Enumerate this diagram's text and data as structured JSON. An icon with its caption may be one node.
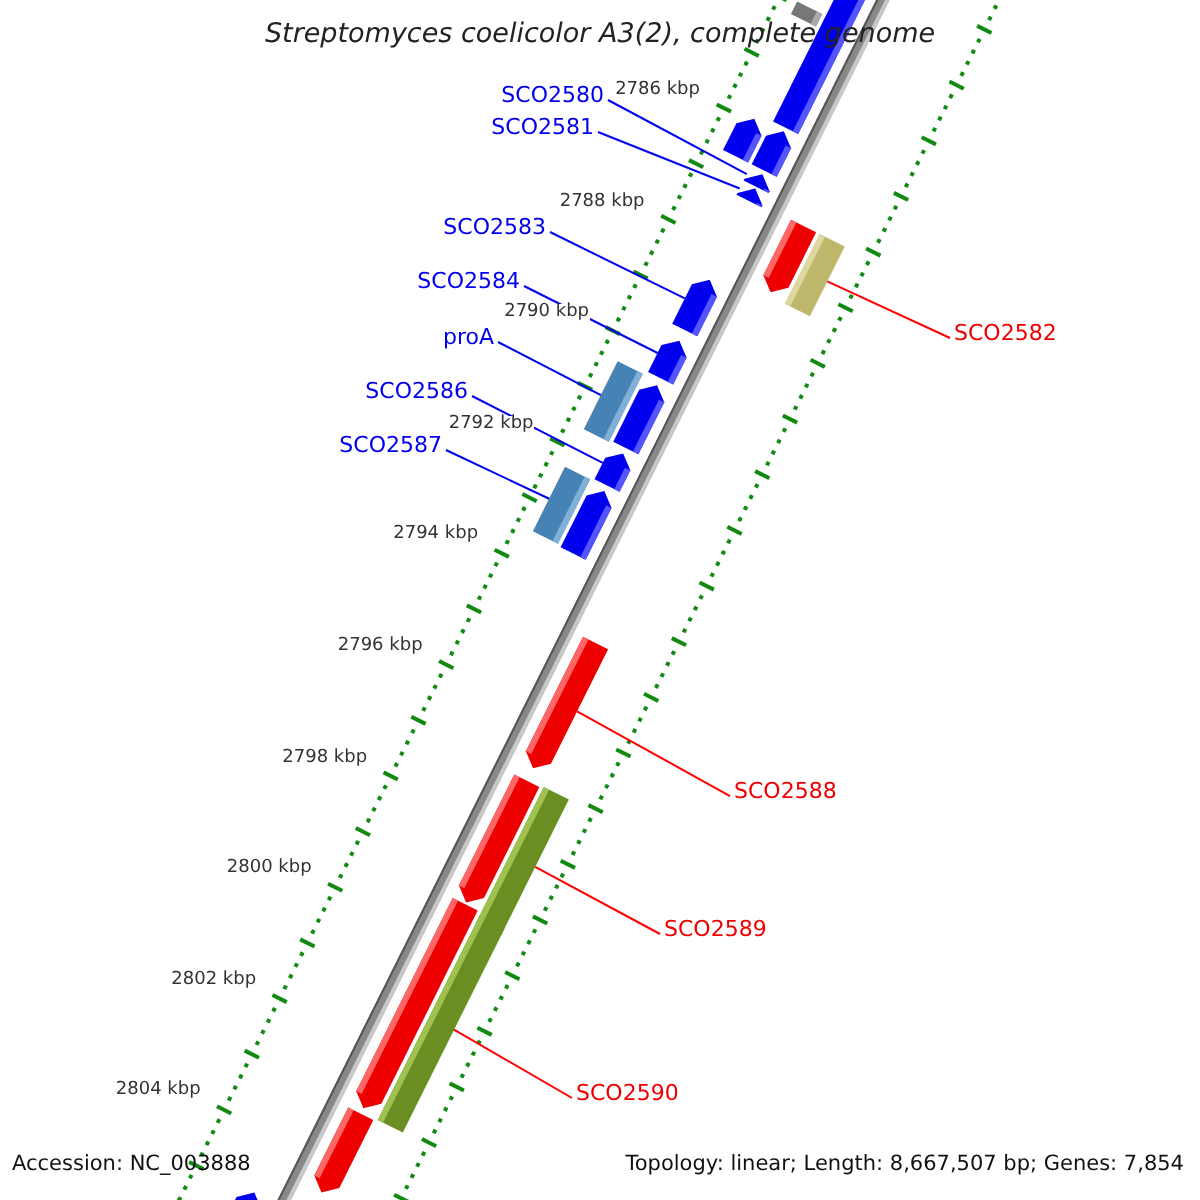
{
  "diagram": {
    "title": "Streptomyces coelicolor A3(2), complete genome",
    "nodes": [
      {
        "text": [],
        "shape": "bar"
      },
      {
        "text": [],
        "shape": "arrow"
      },
      {
        "text": [
          "SCO2580"
        ]
      },
      {
        "text": [],
        "shape": "arrow"
      },
      {
        "text": [
          "SCO2581"
        ]
      },
      {
        "text": [],
        "shape": "arrow"
      },
      {
        "text": [],
        "shape": "arrow"
      },
      {
        "text": [],
        "shape": "arrow"
      },
      {
        "text": [
          "SCO2582"
        ]
      },
      {
        "text": [],
        "shape": "arrow"
      },
      {
        "text": [],
        "shape": "bar"
      },
      {
        "text": [
          "SCO2583"
        ]
      },
      {
        "text": [],
        "shape": "arrow"
      },
      {
        "text": [
          "SCO2584"
        ]
      },
      {
        "text": [],
        "shape": "arrow"
      },
      {
        "text": [
          "proA"
        ]
      },
      {
        "text": [],
        "shape": "bar"
      },
      {
        "text": [],
        "shape": "arrow"
      },
      {
        "text": [
          "SCO2586"
        ]
      },
      {
        "text": [],
        "shape": "arrow"
      },
      {
        "text": [
          "SCO2587"
        ]
      },
      {
        "text": [],
        "shape": "bar"
      },
      {
        "text": [],
        "shape": "arrow"
      },
      {
        "text": [
          "SCO2588"
        ]
      },
      {
        "text": [],
        "shape": "arrow"
      },
      {
        "text": [
          "SCO2589"
        ]
      },
      {
        "text": [],
        "shape": "bar"
      },
      {
        "text": [],
        "shape": "arrow"
      },
      {
        "text": [
          "SCO2590"
        ]
      },
      {
        "text": [],
        "shape": "bar"
      },
      {
        "text": [],
        "shape": "arrow"
      },
      {
        "text": [],
        "shape": "arrow"
      },
      {
        "text": [],
        "shape": "arrow"
      }
    ],
    "edges": [
      {
        "from": 2,
        "to": 6,
        "arrow": "none"
      },
      {
        "from": 4,
        "to": 7,
        "arrow": "none"
      },
      {
        "from": 8,
        "to": 10,
        "arrow": "none",
        "color": "#ff0000"
      },
      {
        "from": 11,
        "to": 12,
        "arrow": "none"
      },
      {
        "from": 13,
        "to": 14,
        "arrow": "none"
      },
      {
        "from": 15,
        "to": 16,
        "arrow": "none"
      },
      {
        "from": 18,
        "to": 19,
        "arrow": "none"
      },
      {
        "from": 20,
        "to": 21,
        "arrow": "none"
      },
      {
        "from": 23,
        "to": 24,
        "arrow": "none",
        "color": "#ff0000"
      },
      {
        "from": 25,
        "to": 26,
        "arrow": "none",
        "color": "#ff0000"
      },
      {
        "from": 28,
        "to": 29,
        "arrow": "none",
        "color": "#ff0000"
      }
    ],
    "labels": [
      "2786 kbp",
      "2788 kbp",
      "2790 kbp",
      "2792 kbp",
      "2794 kbp",
      "2796 kbp",
      "2798 kbp",
      "2800 kbp",
      "2802 kbp",
      "2804 kbp",
      "Accession: NC_003888",
      "Topology: linear; Length: 8,667,507 bp; Genes: 7,854"
    ]
  }
}
